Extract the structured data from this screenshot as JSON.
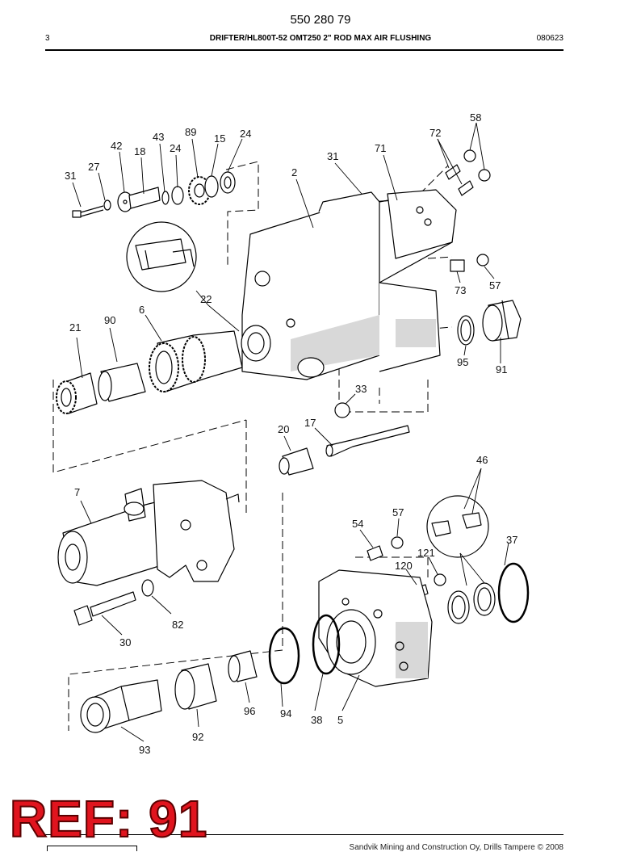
{
  "header": {
    "part_number": "550 280 79",
    "page": "3",
    "title": "DRIFTER/HL800T-52 OMT250 2\" ROD MAX AIR FLUSHING",
    "date_code": "080623"
  },
  "overlay": {
    "ref_text": "REF: 91"
  },
  "footer": {
    "copyright": "Sandvik Mining and Construction Oy, Drills Tampere © 2008"
  },
  "callouts": [
    {
      "id": "c-31a",
      "text": "31"
    },
    {
      "id": "c-27",
      "text": "27"
    },
    {
      "id": "c-42",
      "text": "42"
    },
    {
      "id": "c-18",
      "text": "18"
    },
    {
      "id": "c-43",
      "text": "43"
    },
    {
      "id": "c-24a",
      "text": "24"
    },
    {
      "id": "c-89",
      "text": "89"
    },
    {
      "id": "c-15",
      "text": "15"
    },
    {
      "id": "c-24b",
      "text": "24"
    },
    {
      "id": "c-2",
      "text": "2"
    },
    {
      "id": "c-31b",
      "text": "31"
    },
    {
      "id": "c-71",
      "text": "71"
    },
    {
      "id": "c-72",
      "text": "72"
    },
    {
      "id": "c-58",
      "text": "58"
    },
    {
      "id": "c-73",
      "text": "73"
    },
    {
      "id": "c-57a",
      "text": "57"
    },
    {
      "id": "c-22",
      "text": "22"
    },
    {
      "id": "c-21",
      "text": "21"
    },
    {
      "id": "c-90",
      "text": "90"
    },
    {
      "id": "c-6",
      "text": "6"
    },
    {
      "id": "c-95",
      "text": "95"
    },
    {
      "id": "c-91",
      "text": "91"
    },
    {
      "id": "c-33",
      "text": "33"
    },
    {
      "id": "c-20",
      "text": "20"
    },
    {
      "id": "c-17",
      "text": "17"
    },
    {
      "id": "c-46",
      "text": "46"
    },
    {
      "id": "c-7",
      "text": "7"
    },
    {
      "id": "c-57b",
      "text": "57"
    },
    {
      "id": "c-54",
      "text": "54"
    },
    {
      "id": "c-37",
      "text": "37"
    },
    {
      "id": "c-121",
      "text": "121"
    },
    {
      "id": "c-120",
      "text": "120"
    },
    {
      "id": "c-82",
      "text": "82"
    },
    {
      "id": "c-30",
      "text": "30"
    },
    {
      "id": "c-96",
      "text": "96"
    },
    {
      "id": "c-94",
      "text": "94"
    },
    {
      "id": "c-38",
      "text": "38"
    },
    {
      "id": "c-5",
      "text": "5"
    },
    {
      "id": "c-92",
      "text": "92"
    },
    {
      "id": "c-93",
      "text": "93"
    }
  ]
}
